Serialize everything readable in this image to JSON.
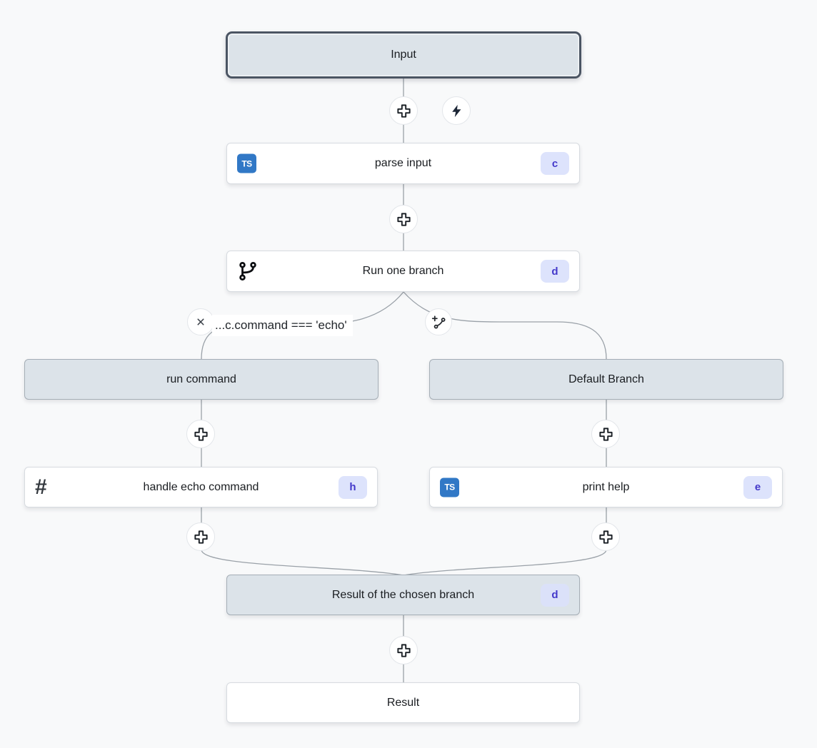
{
  "flow": {
    "input": {
      "label": "Input"
    },
    "parse_input": {
      "label": "parse input",
      "badge": "c"
    },
    "run_one_branch": {
      "label": "Run one branch",
      "badge": "d"
    },
    "condition": {
      "label": "...c.command === 'echo'"
    },
    "branches": {
      "left": {
        "header": {
          "label": "run command"
        },
        "step": {
          "label": "handle echo command",
          "badge": "h"
        }
      },
      "right": {
        "header": {
          "label": "Default Branch"
        },
        "step": {
          "label": "print help",
          "badge": "e"
        }
      }
    },
    "merge": {
      "label": "Result of the chosen branch",
      "badge": "d"
    },
    "result": {
      "label": "Result"
    }
  },
  "icons": {
    "typescript_label": "TS",
    "hash_glyph": "#"
  },
  "colors": {
    "canvas_bg": "#f8f9fa",
    "node_gray": "#dce3e9",
    "selected_border": "#4b5563",
    "ts_blue": "#3178c6",
    "badge_bg": "#dde3fc",
    "badge_text": "#4338ca",
    "edge": "#9aa1a8"
  }
}
